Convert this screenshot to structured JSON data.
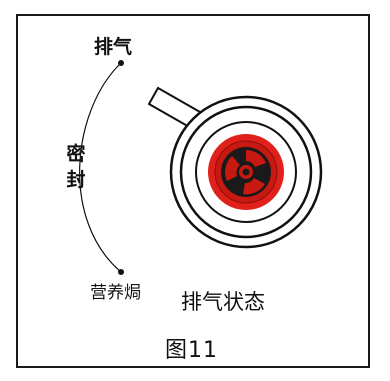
{
  "labels": {
    "exhaust": "排气",
    "seal": "密封",
    "porridge": "营养焗",
    "state_caption": "排气状态",
    "figure_caption": "图11"
  },
  "knob": {
    "state": "排气",
    "indicator_color": "#e0201a"
  },
  "colors": {
    "line": "#111111",
    "red_ring": "#e0201a",
    "dark_red": "#b01410",
    "background": "#ffffff"
  }
}
